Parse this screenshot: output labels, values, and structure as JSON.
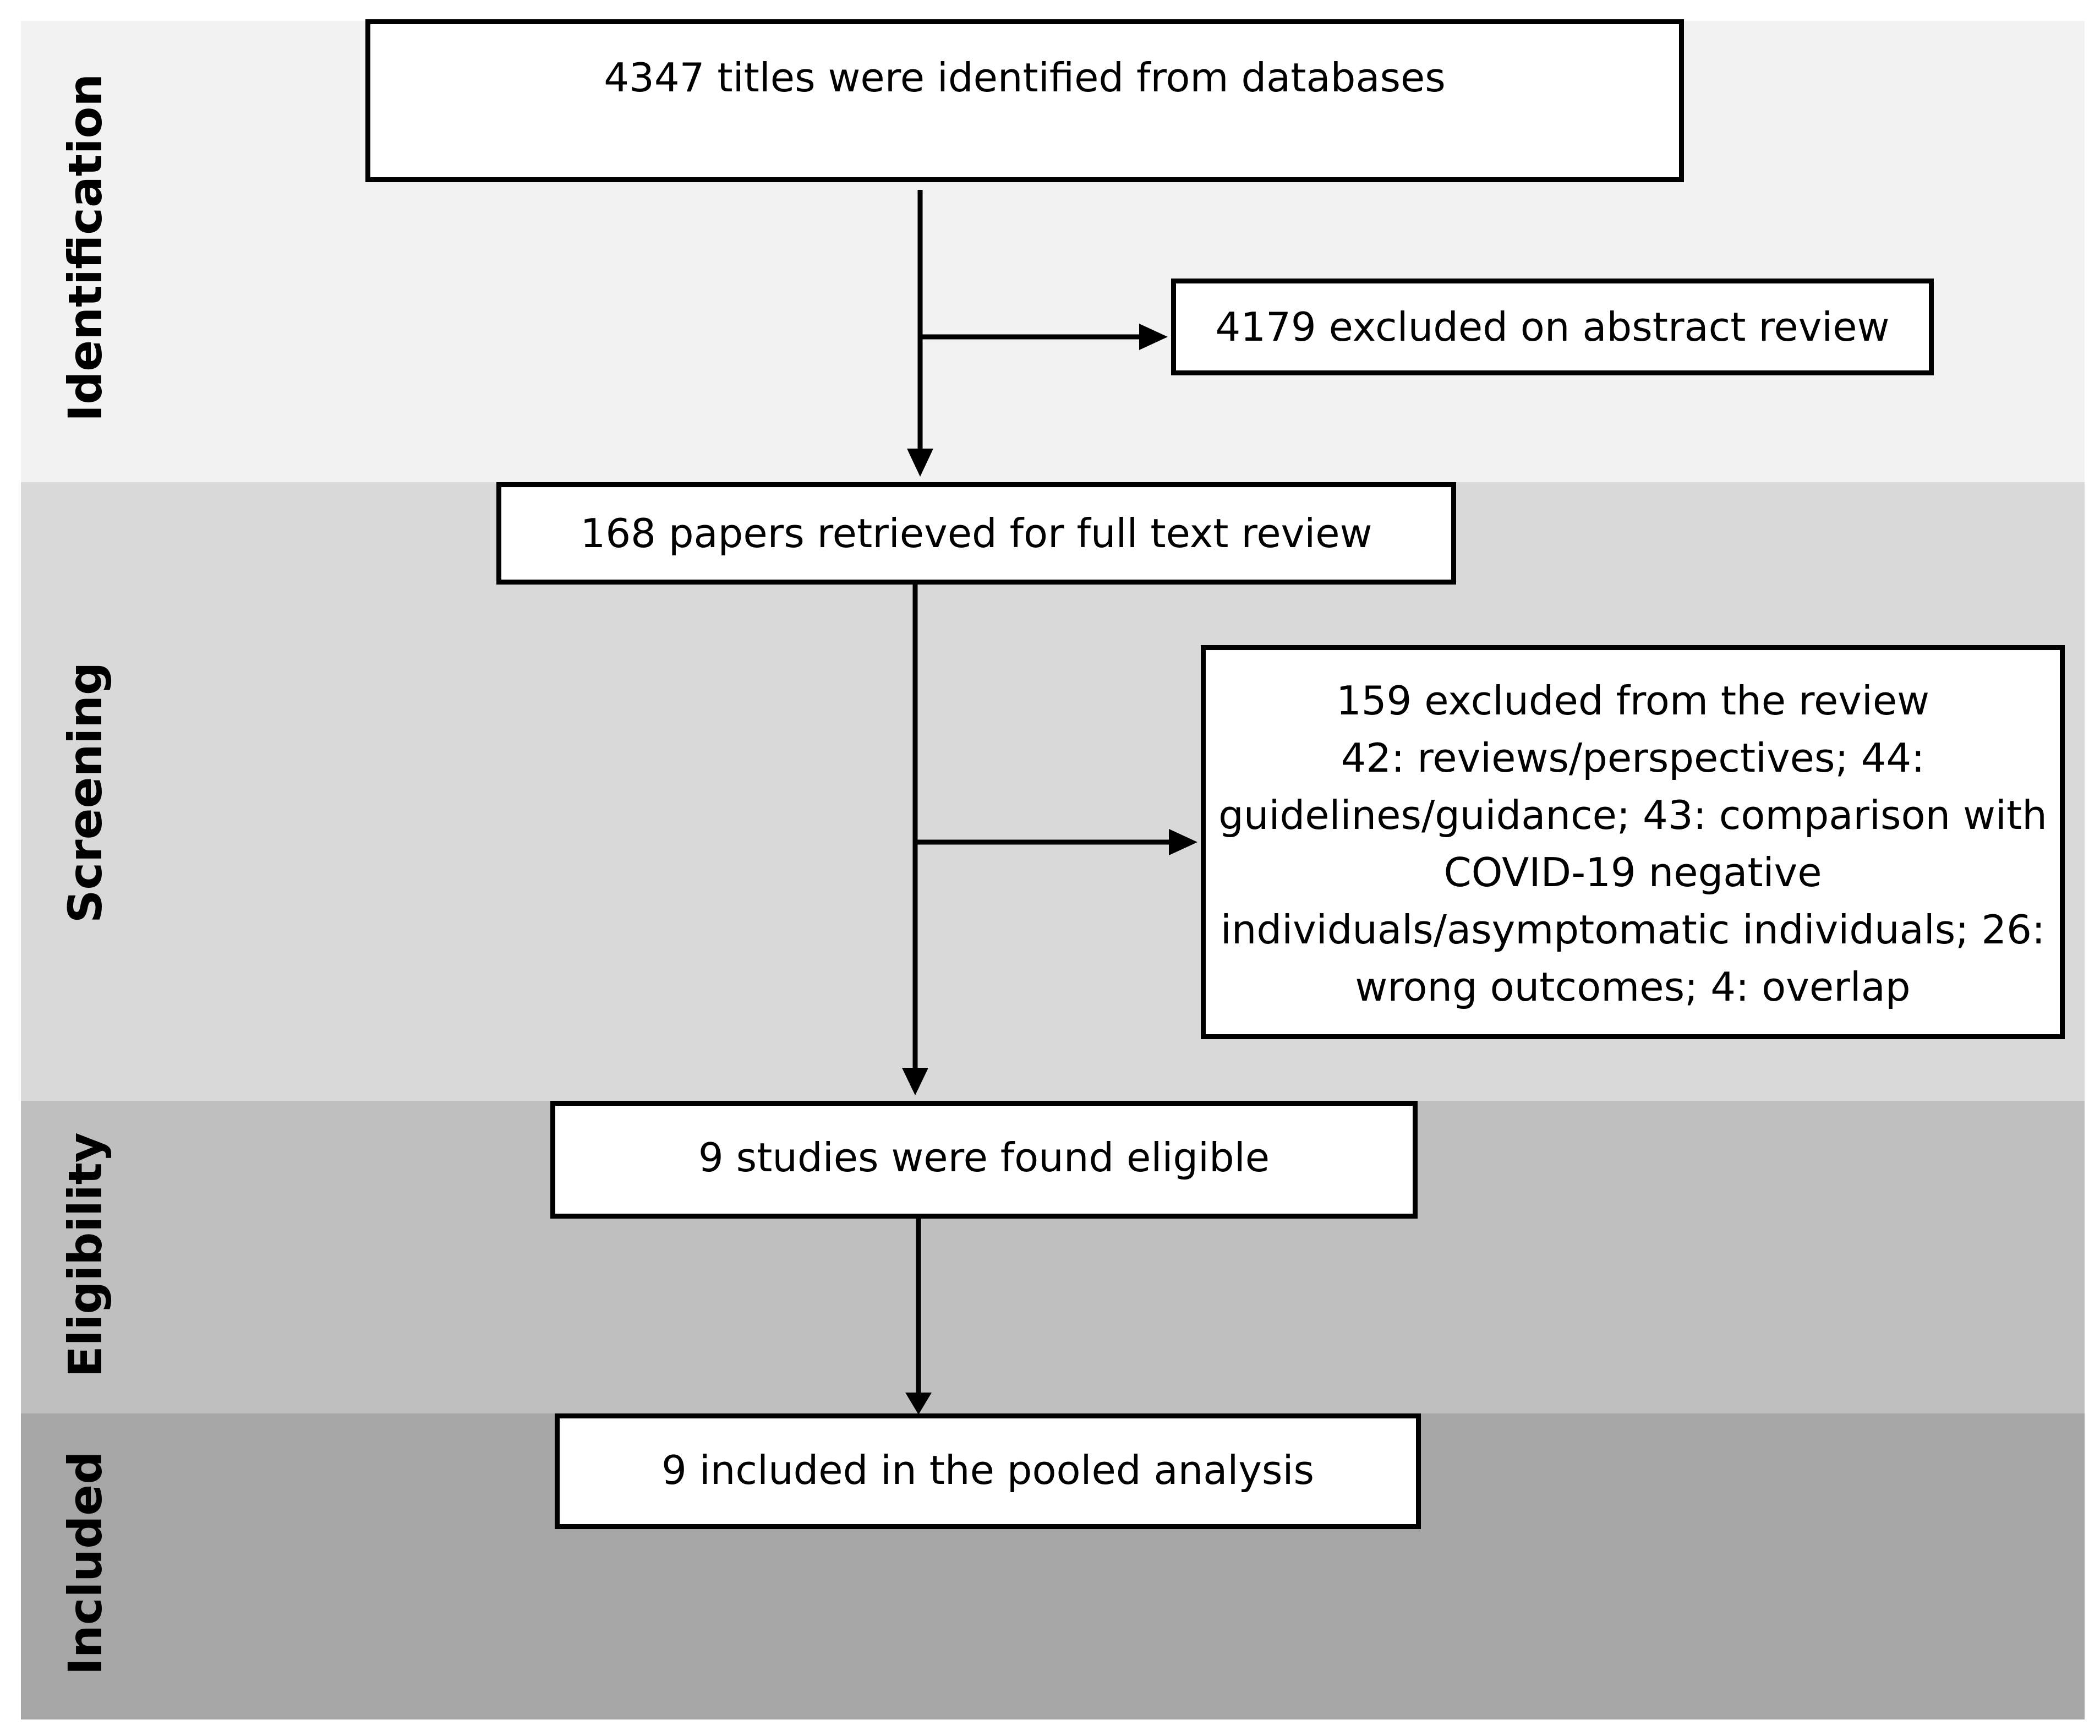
{
  "stages": {
    "identification": "Identification",
    "screening": "Screening",
    "eligibility": "Eligibility",
    "included": "Included"
  },
  "boxes": {
    "identified": "4347 titles were identified from databases",
    "abstract_excluded": "4179 excluded on abstract review",
    "full_text": "168 papers retrieved for full text review",
    "excluded_review": "159 excluded from the review\n42: reviews/perspectives; 44:\nguidelines/guidance; 43: comparison with\nCOVID-19 negative\nindividuals/asymptomatic individuals; 26:\nwrong outcomes; 4: overlap",
    "eligible": "9 studies were found eligible",
    "included": "9 included in the pooled analysis"
  },
  "colors": {
    "identification_band": "#f2f2f2",
    "screening_band": "#d9d9d9",
    "eligibility_band": "#bfbfbf",
    "included_band": "#a6a6a6",
    "box_fill": "#ffffff",
    "line": "#000000"
  }
}
